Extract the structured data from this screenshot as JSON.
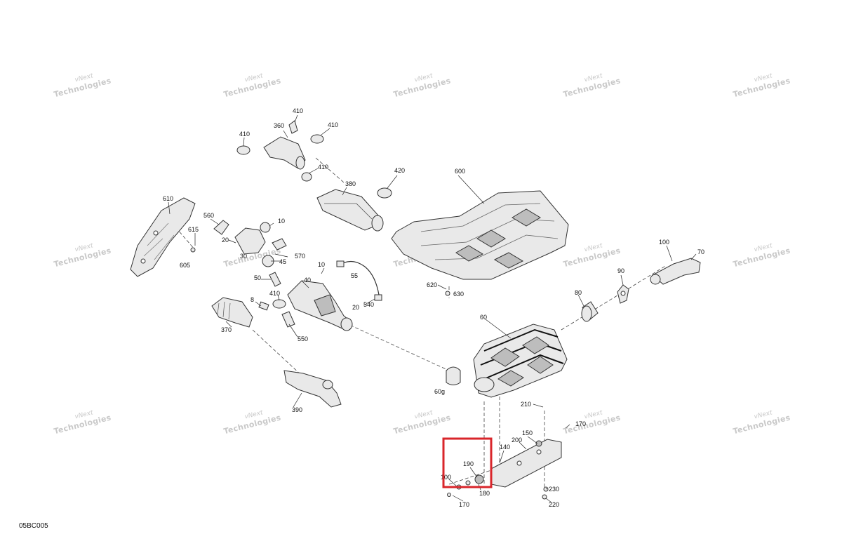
{
  "diagram": {
    "reference_code": "05BC005",
    "watermark": {
      "line1": "vNext",
      "line2": "Technologies"
    },
    "callouts": [
      "410",
      "360",
      "410",
      "410",
      "410",
      "420",
      "380",
      "600",
      "610",
      "560",
      "615",
      "605",
      "10",
      "20",
      "30",
      "570",
      "45",
      "10",
      "55",
      "50",
      "40",
      "410",
      "20",
      "540",
      "8",
      "370",
      "550",
      "390",
      "620",
      "630",
      "100",
      "70",
      "90",
      "80",
      "60",
      "60g",
      "210",
      "170",
      "150",
      "200",
      "140",
      "190",
      "100",
      "180",
      "170",
      "230",
      "220"
    ],
    "highlight": {
      "color": "#d9262b",
      "contains": "190"
    }
  }
}
